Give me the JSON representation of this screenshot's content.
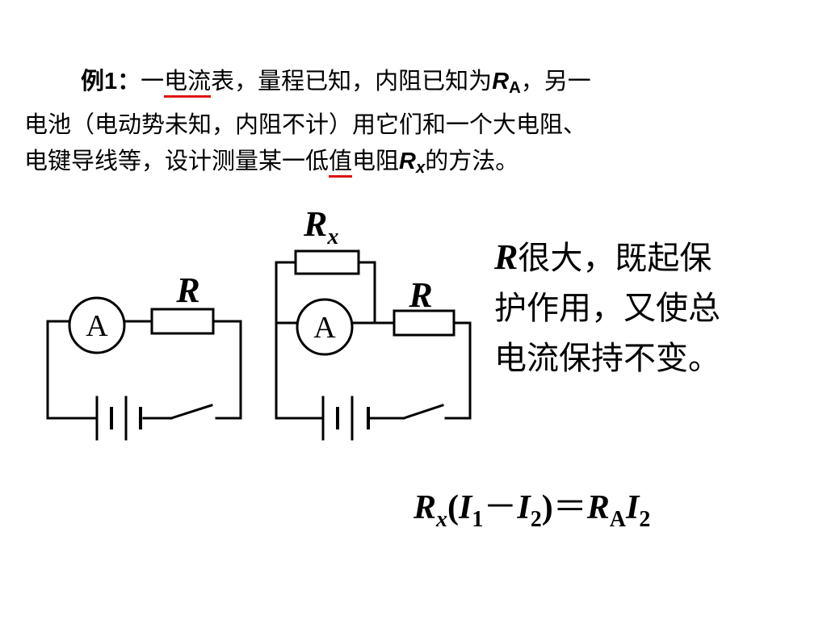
{
  "problem": {
    "label": "例1：",
    "line1": {
      "before": "一",
      "underlined": "电流",
      "after": "表，量程已知，内阻已知为",
      "ra_var": "R",
      "ra_sub": "A",
      "end": "，另一"
    },
    "line2": "电池（电动势未知，内阻不计）用它们和一个大电阻、",
    "line3": {
      "before": "电键导线等，设计测量某一低",
      "underlined": "值",
      "after": "电阻",
      "rx_var": "R",
      "rx_sub": "x",
      "end": "的方法。"
    }
  },
  "diagram": {
    "ammeter_label": "A",
    "resistor_label": "R",
    "rx_var": "R",
    "rx_sub": "x"
  },
  "explanation": {
    "var": "R",
    "line1": "很大，既起保",
    "line2": "护作用，又使总",
    "line3": "电流保持不变。"
  },
  "formula": {
    "rx": "R",
    "rx_sub": "x",
    "open_paren": "(",
    "i1": "I",
    "i1_sub": "1",
    "minus": "－",
    "i2": "I",
    "i2_sub": "2",
    "close_paren": ")",
    "equals": "＝",
    "ra": "R",
    "ra_sub": "A",
    "i3": "I",
    "i3_sub": "2"
  },
  "colors": {
    "underline": "#e01010",
    "ink": "#000000",
    "background": "#ffffff"
  }
}
